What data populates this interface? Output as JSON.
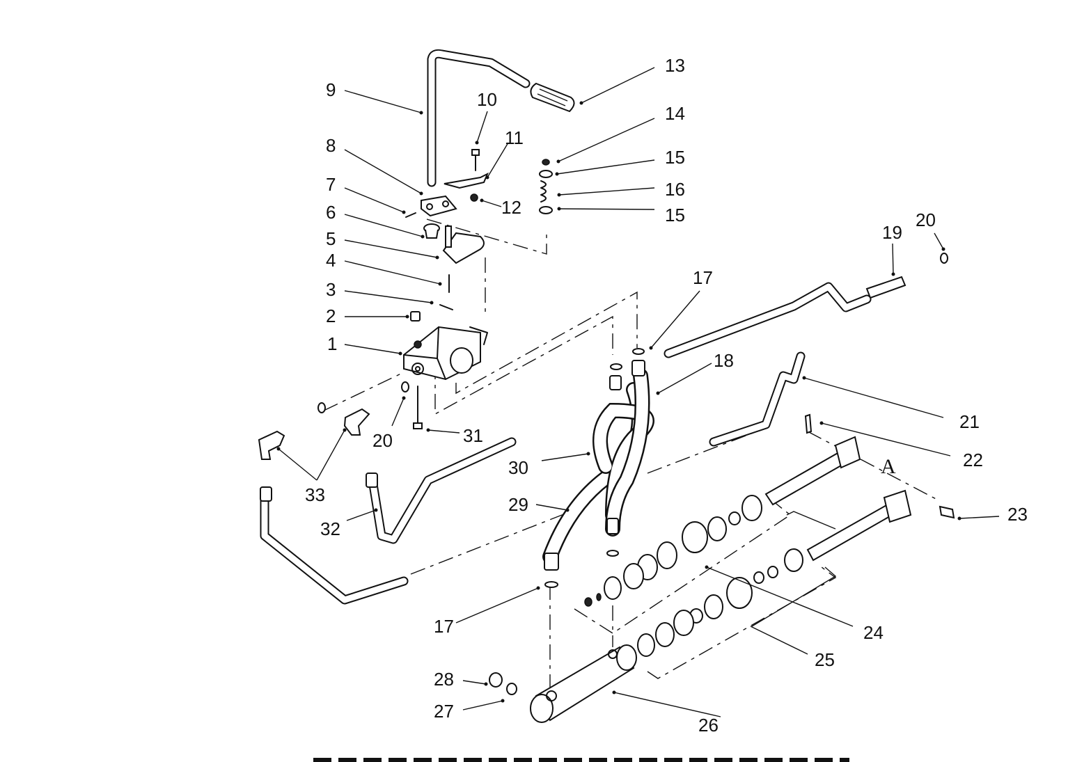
{
  "diagram": {
    "callouts": [
      {
        "id": "c1",
        "label": "1"
      },
      {
        "id": "c2",
        "label": "2"
      },
      {
        "id": "c3",
        "label": "3"
      },
      {
        "id": "c4",
        "label": "4"
      },
      {
        "id": "c5",
        "label": "5"
      },
      {
        "id": "c6",
        "label": "6"
      },
      {
        "id": "c7",
        "label": "7"
      },
      {
        "id": "c8",
        "label": "8"
      },
      {
        "id": "c9",
        "label": "9"
      },
      {
        "id": "c10",
        "label": "10"
      },
      {
        "id": "c11",
        "label": "11"
      },
      {
        "id": "c12",
        "label": "12"
      },
      {
        "id": "c13",
        "label": "13"
      },
      {
        "id": "c14",
        "label": "14"
      },
      {
        "id": "c15a",
        "label": "15"
      },
      {
        "id": "c16",
        "label": "16"
      },
      {
        "id": "c15b",
        "label": "15"
      },
      {
        "id": "c17a",
        "label": "17"
      },
      {
        "id": "c18",
        "label": "18"
      },
      {
        "id": "c19",
        "label": "19"
      },
      {
        "id": "c20a",
        "label": "20"
      },
      {
        "id": "c20b",
        "label": "20"
      },
      {
        "id": "c21",
        "label": "21"
      },
      {
        "id": "c22",
        "label": "22"
      },
      {
        "id": "c23",
        "label": "23"
      },
      {
        "id": "c24",
        "label": "24"
      },
      {
        "id": "c25",
        "label": "25"
      },
      {
        "id": "c26",
        "label": "26"
      },
      {
        "id": "c27",
        "label": "27"
      },
      {
        "id": "c28",
        "label": "28"
      },
      {
        "id": "c29",
        "label": "29"
      },
      {
        "id": "c30",
        "label": "30"
      },
      {
        "id": "c31",
        "label": "31"
      },
      {
        "id": "c32",
        "label": "32"
      },
      {
        "id": "c33",
        "label": "33"
      },
      {
        "id": "c17b",
        "label": "17"
      }
    ],
    "detail_marker": "A"
  }
}
